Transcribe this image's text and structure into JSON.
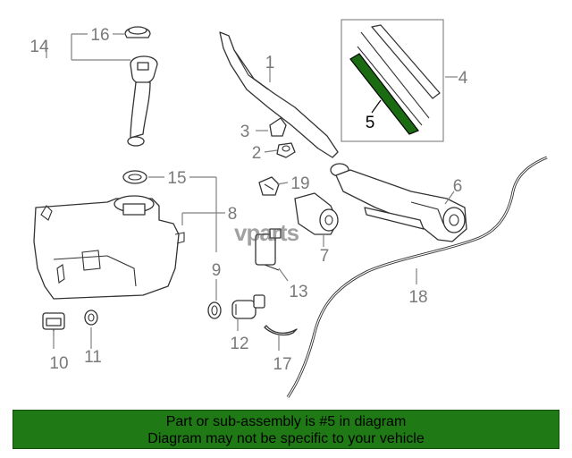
{
  "callouts": {
    "c1": "1",
    "c2": "2",
    "c3": "3",
    "c4": "4",
    "c5": "5",
    "c6": "6",
    "c7": "7",
    "c8": "8",
    "c9": "9",
    "c10": "10",
    "c11": "11",
    "c12": "12",
    "c13": "13",
    "c14": "14",
    "c15": "15",
    "c16": "16",
    "c17": "17",
    "c18": "18",
    "c19": "19"
  },
  "watermark": "vparts",
  "footer": {
    "line1": "Part or sub-assembly is #5 in diagram",
    "line2": "Diagram may not be specific to your vehicle"
  },
  "colors": {
    "footer_bg": "#1f7a16",
    "highlight": "#1a6b12"
  }
}
